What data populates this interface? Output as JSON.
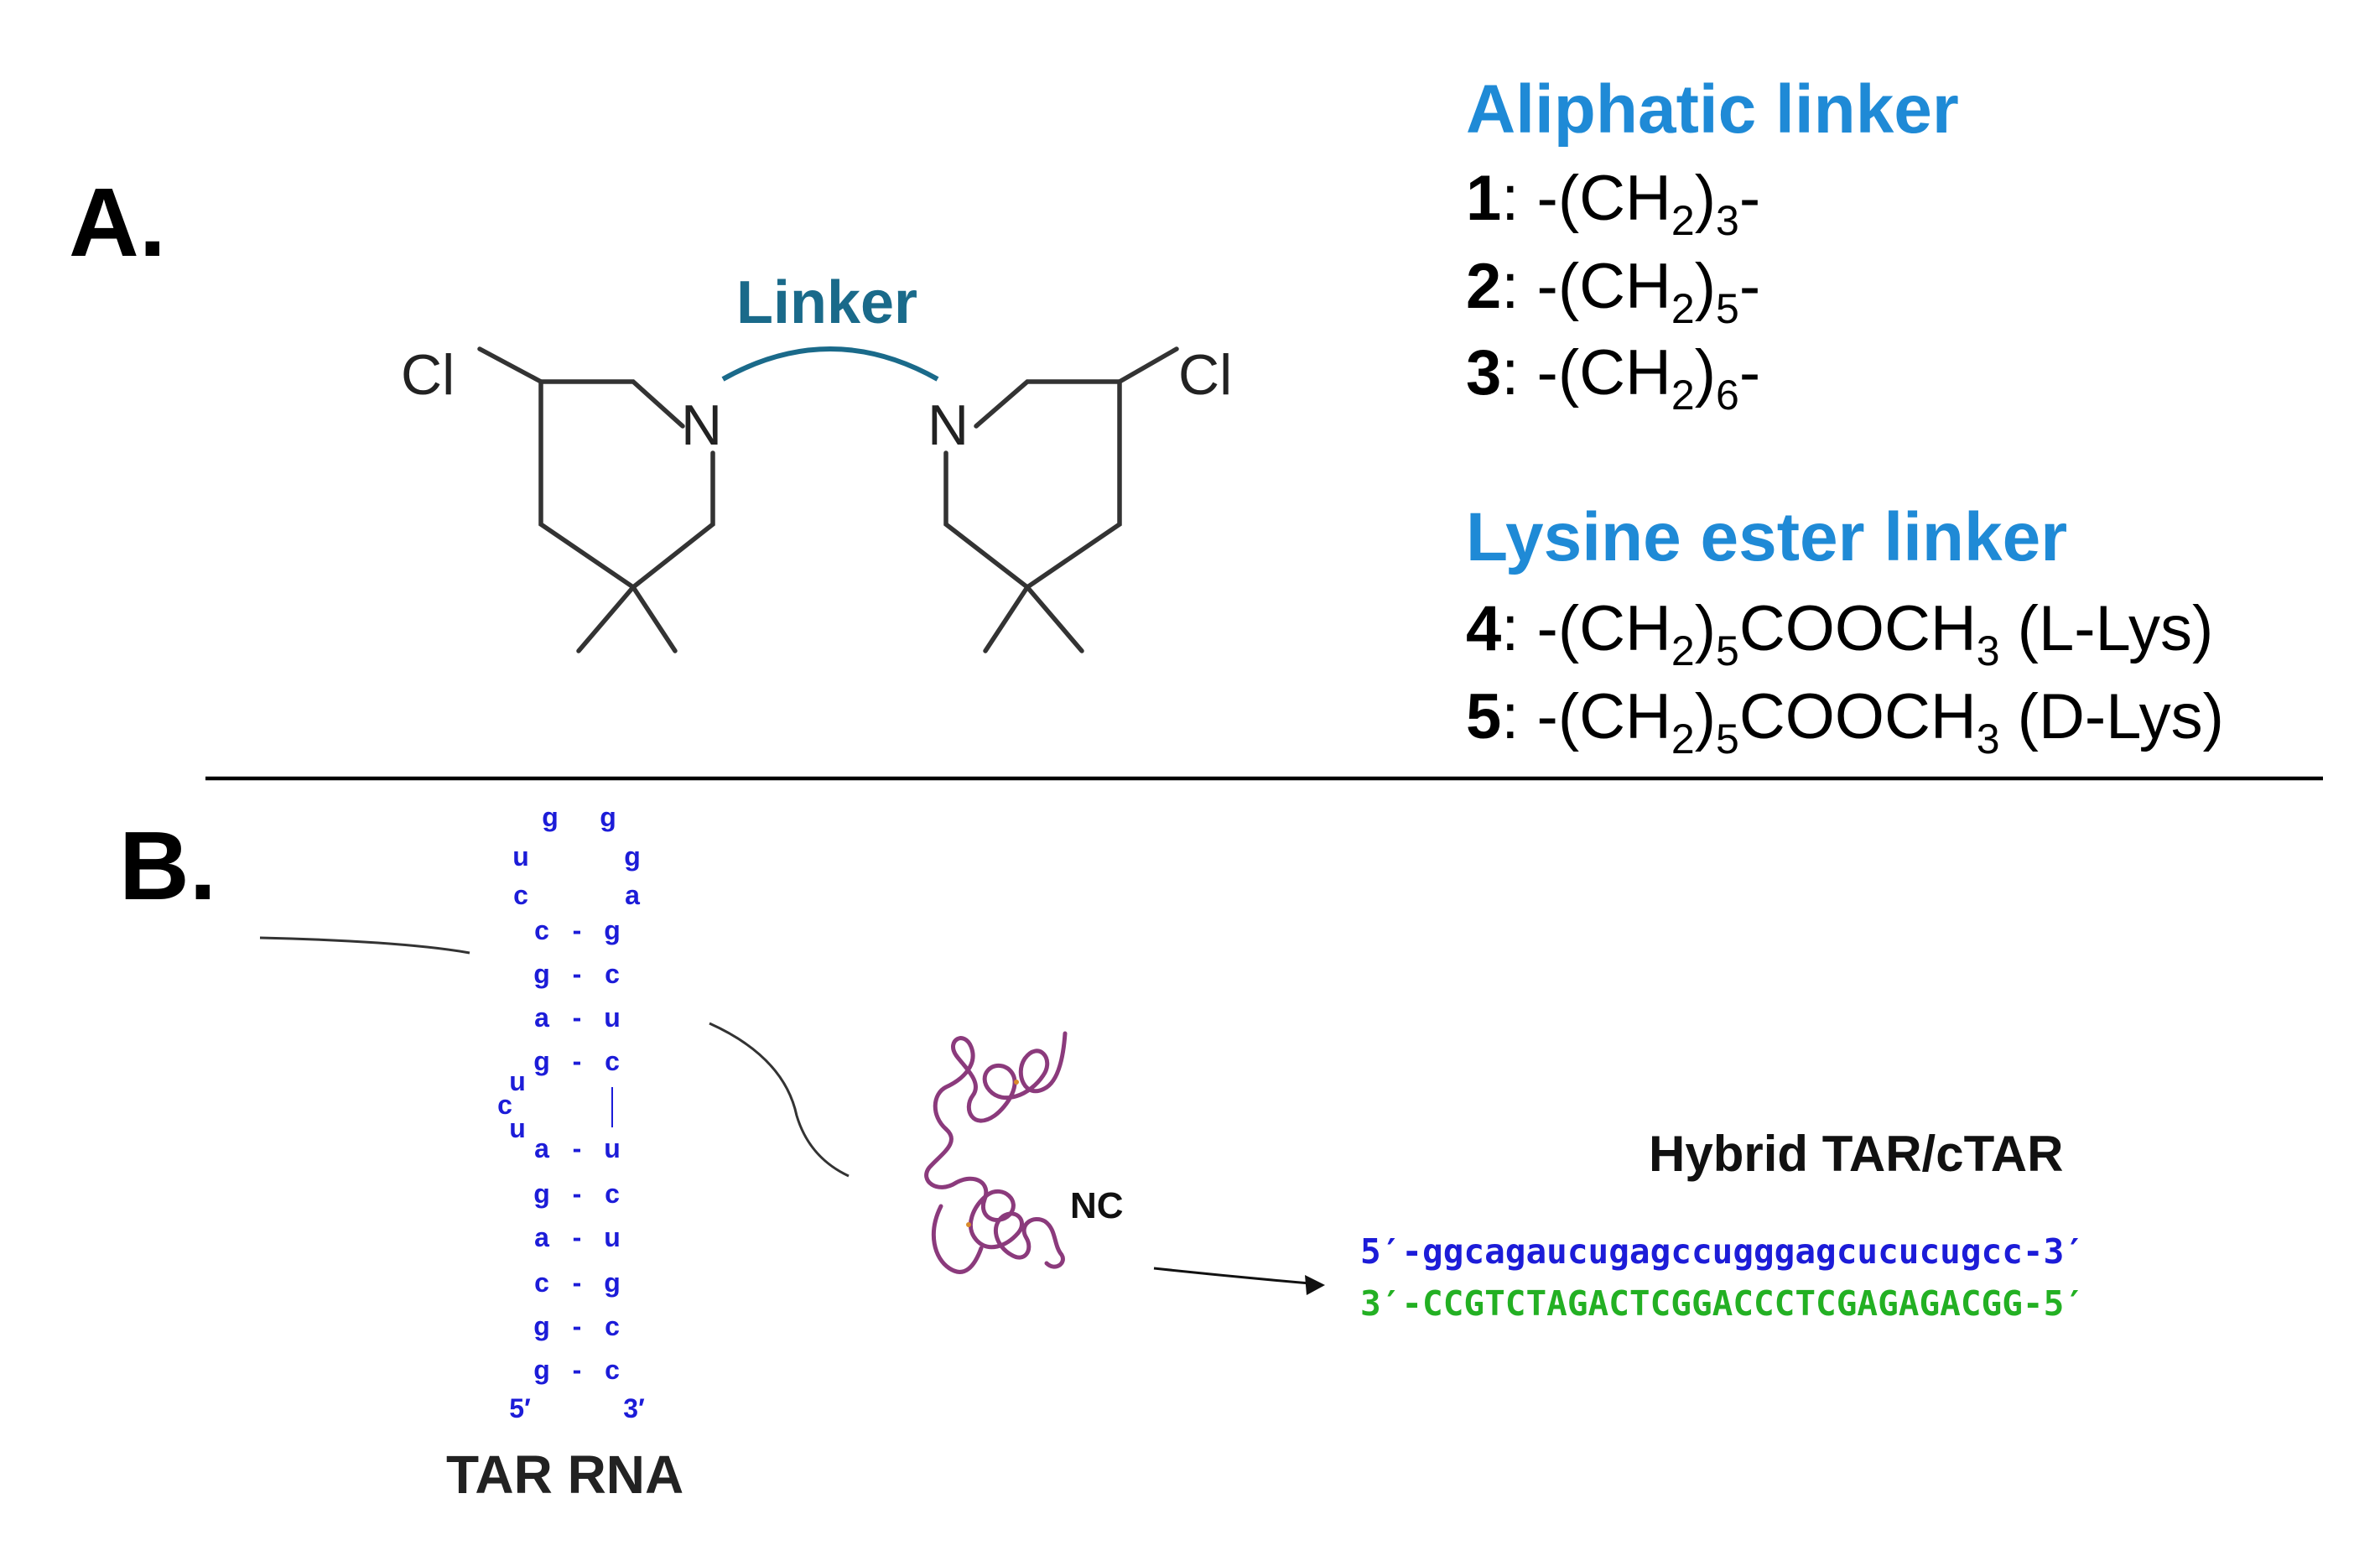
{
  "panel_a": {
    "label": "A.",
    "linker_label": "Linker",
    "atoms": {
      "cl_left": "Cl",
      "n_left": "N",
      "n_right": "N",
      "cl_right": "Cl"
    },
    "aliphatic": {
      "heading": "Aliphatic linker",
      "items": [
        {
          "num": "1",
          "sep": ": -(CH",
          "sub1": "2",
          "mid": ")",
          "sub2": "3",
          "tail": "-"
        },
        {
          "num": "2",
          "sep": ": -(CH",
          "sub1": "2",
          "mid": ")",
          "sub2": "5",
          "tail": "-"
        },
        {
          "num": "3",
          "sep": ": -(CH",
          "sub1": "2",
          "mid": ")",
          "sub2": "6",
          "tail": "-"
        }
      ]
    },
    "lysine": {
      "heading": "Lysine ester linker",
      "items": [
        {
          "num": "4",
          "sep": ": -(CH",
          "sub1": "2",
          "mid": ")",
          "sub2": "5",
          "mid2": "COOCH",
          "sub3": "3",
          "tail": " (L-Lys)"
        },
        {
          "num": "5",
          "sep": ": -(CH",
          "sub1": "2",
          "mid": ")",
          "sub2": "5",
          "mid2": "COOCH",
          "sub3": "3",
          "tail": " (D-Lys)"
        }
      ]
    }
  },
  "panel_b": {
    "label": "B.",
    "tar_label": "TAR RNA",
    "nc_label": "NC",
    "hybrid_label": "Hybrid TAR/cTAR",
    "seq_top": "5′-ggcagaucugagccugggagcucucugcc-3′",
    "seq_bottom": "3′-CCGTCTAGACTCGGACCCTCGAGAGACGG-5′",
    "hairpin": {
      "loop": [
        "g",
        "g",
        "u",
        "g",
        "c",
        "a"
      ],
      "upper_pairs": [
        [
          "c",
          "g"
        ],
        [
          "g",
          "c"
        ],
        [
          "a",
          "u"
        ],
        [
          "g",
          "c"
        ]
      ],
      "bulge": [
        "u",
        "c",
        "u"
      ],
      "lower_pairs": [
        [
          "a",
          "u"
        ],
        [
          "g",
          "c"
        ],
        [
          "a",
          "u"
        ],
        [
          "c",
          "g"
        ],
        [
          "g",
          "c"
        ],
        [
          "g",
          "c"
        ]
      ],
      "end5": "5′",
      "end3": "3′",
      "dash": "-"
    }
  }
}
